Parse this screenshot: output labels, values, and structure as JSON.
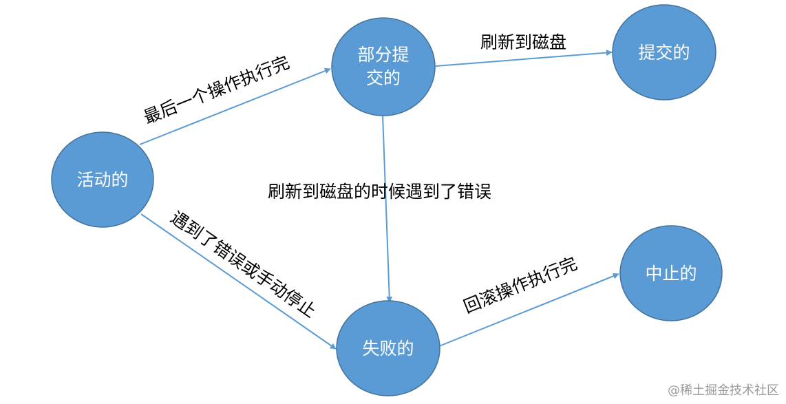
{
  "nodes": {
    "active": {
      "label": "活动的"
    },
    "partially_committed": {
      "label_line1": "部分提",
      "label_line2": "交的"
    },
    "committed": {
      "label": "提交的"
    },
    "failed": {
      "label": "失败的"
    },
    "aborted": {
      "label": "中止的"
    }
  },
  "edges": {
    "active_to_partial": {
      "label": "最后一个操作执行完"
    },
    "partial_to_committed": {
      "label": "刷新到磁盘"
    },
    "partial_to_failed": {
      "label": "刷新到磁盘的时候遇到了错误"
    },
    "active_to_failed": {
      "label": "遇到了错误或手动停止"
    },
    "failed_to_aborted": {
      "label": "回滚操作执行完"
    }
  },
  "colors": {
    "node_fill": "#5b9bd5",
    "node_stroke": "#41719c",
    "edge": "#5b9bd5"
  },
  "watermark": "@稀土掘金技术社区"
}
